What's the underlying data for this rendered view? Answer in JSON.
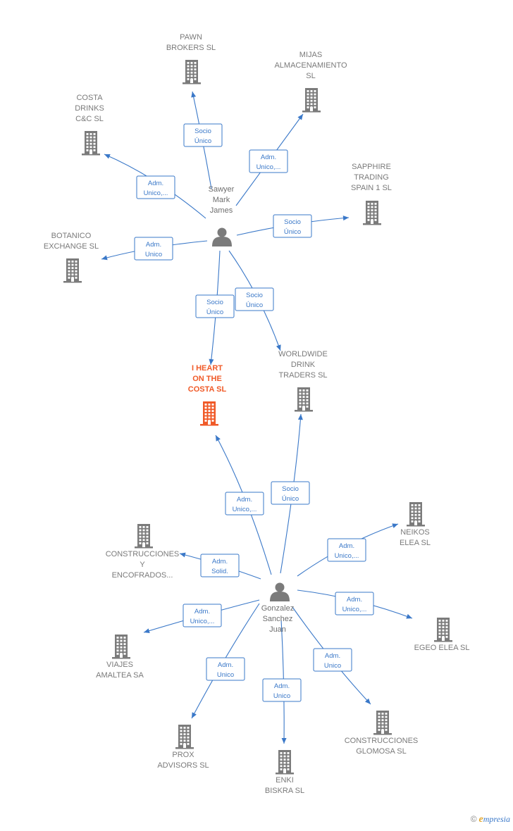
{
  "colors": {
    "edge": "#3a78c8",
    "node": "#7b7b7b",
    "focus": "#f05a28",
    "text": "#7a7a7a"
  },
  "people": [
    {
      "id": "sawyer",
      "lines": [
        "Sawyer",
        "Mark",
        "James"
      ]
    },
    {
      "id": "gonzalez",
      "lines": [
        "Gonzalez",
        "Sanchez",
        "Juan"
      ]
    }
  ],
  "companies": [
    {
      "id": "pawn",
      "lines": [
        "PAWN",
        "BROKERS  SL"
      ]
    },
    {
      "id": "mijas",
      "lines": [
        "MIJAS",
        "ALMACENAMIENTO",
        "SL"
      ]
    },
    {
      "id": "costa",
      "lines": [
        "COSTA",
        "DRINKS",
        "C&C  SL"
      ]
    },
    {
      "id": "sapphire",
      "lines": [
        "SAPPHIRE",
        "TRADING",
        "SPAIN 1  SL"
      ]
    },
    {
      "id": "botanico",
      "lines": [
        "BOTANICO",
        "EXCHANGE  SL"
      ]
    },
    {
      "id": "iheart",
      "lines": [
        "I HEART",
        "ON THE",
        "COSTA  SL"
      ],
      "focus": true
    },
    {
      "id": "worldwide",
      "lines": [
        "WORLDWIDE",
        "DRINK",
        "TRADERS  SL"
      ]
    },
    {
      "id": "neikos",
      "lines": [
        "NEIKOS",
        "ELEA  SL"
      ]
    },
    {
      "id": "construcciones",
      "lines": [
        "CONSTRUCCIONES",
        "Y",
        "ENCOFRADOS..."
      ]
    },
    {
      "id": "egeo",
      "lines": [
        "EGEO ELEA  SL"
      ]
    },
    {
      "id": "viajes",
      "lines": [
        "VIAJES",
        "AMALTEA SA"
      ]
    },
    {
      "id": "prox",
      "lines": [
        "PROX",
        "ADVISORS  SL"
      ]
    },
    {
      "id": "enki",
      "lines": [
        "ENKI",
        "BISKRA  SL"
      ]
    },
    {
      "id": "glomosa",
      "lines": [
        "CONSTRUCCIONES",
        "GLOMOSA SL"
      ]
    }
  ],
  "edges": [
    {
      "from": "sawyer",
      "to": "pawn",
      "label": [
        "Socio",
        "Único"
      ]
    },
    {
      "from": "sawyer",
      "to": "mijas",
      "label": [
        "Adm.",
        "Unico,..."
      ]
    },
    {
      "from": "sawyer",
      "to": "costa",
      "label": [
        "Adm.",
        "Unico,..."
      ]
    },
    {
      "from": "sawyer",
      "to": "sapphire",
      "label": [
        "Socio",
        "Único"
      ]
    },
    {
      "from": "sawyer",
      "to": "botanico",
      "label": [
        "Adm.",
        "Unico"
      ]
    },
    {
      "from": "sawyer",
      "to": "iheart",
      "label": [
        "Socio",
        "Único"
      ]
    },
    {
      "from": "sawyer",
      "to": "worldwide",
      "label": [
        "Socio",
        "Único"
      ]
    },
    {
      "from": "gonzalez",
      "to": "iheart",
      "label": [
        "Adm.",
        "Unico,..."
      ]
    },
    {
      "from": "gonzalez",
      "to": "worldwide",
      "label": [
        "Socio",
        "Único"
      ]
    },
    {
      "from": "gonzalez",
      "to": "neikos",
      "label": [
        "Adm.",
        "Unico,..."
      ]
    },
    {
      "from": "gonzalez",
      "to": "construcciones",
      "label": [
        "Adm.",
        "Solid."
      ]
    },
    {
      "from": "gonzalez",
      "to": "egeo",
      "label": [
        "Adm.",
        "Unico,..."
      ]
    },
    {
      "from": "gonzalez",
      "to": "viajes",
      "label": [
        "Adm.",
        "Unico,..."
      ]
    },
    {
      "from": "gonzalez",
      "to": "prox",
      "label": [
        "Adm.",
        "Unico"
      ]
    },
    {
      "from": "gonzalez",
      "to": "enki",
      "label": [
        "Adm.",
        "Unico"
      ]
    },
    {
      "from": "gonzalez",
      "to": "glomosa",
      "label": [
        "Adm.",
        "Unico"
      ]
    }
  ],
  "brand": {
    "copyright": "©",
    "first": "e",
    "rest": "mpresia"
  }
}
